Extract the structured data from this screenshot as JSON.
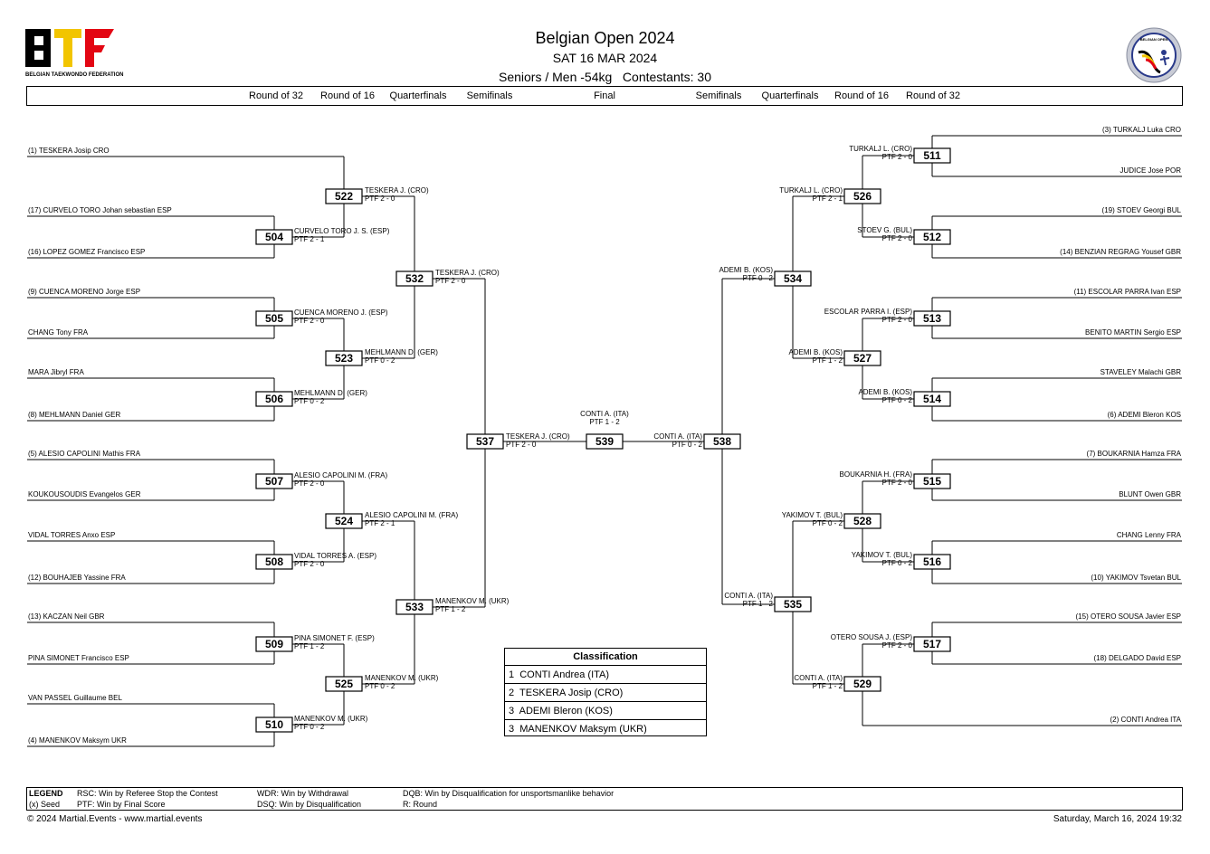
{
  "header": {
    "title": "Belgian Open 2024",
    "date": "SAT 16 MAR 2024",
    "category": "Seniors / Men -54kg   Contestants: 30"
  },
  "logos": {
    "left_text": "BTF",
    "left_caption": "BELGIAN TAEKWONDO FEDERATION",
    "right_caption": "BELGIAN OPEN"
  },
  "rounds_left": [
    "Round of 32",
    "Round of 16",
    "Quarterfinals",
    "Semifinals"
  ],
  "rounds_center": "Final",
  "rounds_right": [
    "Semifinals",
    "Quarterfinals",
    "Round of 16",
    "Round of 32"
  ],
  "bracket": {
    "left_entries": [
      "(1) TESKERA Josip CRO",
      "(17) CURVELO TORO Johan sebastian ESP",
      "(16) LOPEZ GOMEZ Francisco ESP",
      "(9) CUENCA MORENO Jorge ESP",
      "CHANG Tony FRA",
      "MARA Jibryl FRA",
      "(8) MEHLMANN Daniel GER",
      "(5) ALESIO CAPOLINI Mathis FRA",
      "KOUKOUSOUDIS Evangelos GER",
      "VIDAL TORRES Anxo ESP",
      "(12) BOUHAJEB Yassine FRA",
      "(13) KACZAN Neil GBR",
      "PINA SIMONET Francisco ESP",
      "VAN PASSEL Guillaume BEL",
      "(4) MANENKOV Maksym UKR"
    ],
    "right_entries": [
      "(3) TURKALJ Luka CRO",
      "JUDICE Jose POR",
      "(19) STOEV Georgi BUL",
      "(14) BENZIAN REGRAG Yousef GBR",
      "(11) ESCOLAR PARRA Ivan ESP",
      "BENITO MARTIN Sergio ESP",
      "STAVELEY Malachi GBR",
      "(6) ADEMI Bleron KOS",
      "(7) BOUKARNIA Hamza FRA",
      "BLUNT Owen GBR",
      "CHANG Lenny FRA",
      "(10) YAKIMOV Tsvetan BUL",
      "(15) OTERO SOUSA Javier ESP",
      "(18) DELGADO David ESP",
      "(2) CONTI Andrea ITA"
    ],
    "matches": [
      {
        "num": "504",
        "winner": "CURVELO TORO J. S. (ESP)",
        "score": "PTF 2 - 1"
      },
      {
        "num": "505",
        "winner": "CUENCA MORENO J. (ESP)",
        "score": "PTF 2 - 0"
      },
      {
        "num": "506",
        "winner": "MEHLMANN D. (GER)",
        "score": "PTF 0 - 2"
      },
      {
        "num": "507",
        "winner": "ALESIO CAPOLINI M. (FRA)",
        "score": "PTF 2 - 0"
      },
      {
        "num": "508",
        "winner": "VIDAL TORRES A. (ESP)",
        "score": "PTF 2 - 0"
      },
      {
        "num": "509",
        "winner": "PINA SIMONET F. (ESP)",
        "score": "PTF 1 - 2"
      },
      {
        "num": "510",
        "winner": "MANENKOV M. (UKR)",
        "score": "PTF 0 - 2"
      },
      {
        "num": "522",
        "winner": "TESKERA J. (CRO)",
        "score": "PTF 2 - 0"
      },
      {
        "num": "523",
        "winner": "MEHLMANN D. (GER)",
        "score": "PTF 0 - 2"
      },
      {
        "num": "524",
        "winner": "ALESIO CAPOLINI M. (FRA)",
        "score": "PTF 2 - 1"
      },
      {
        "num": "525",
        "winner": "MANENKOV M. (UKR)",
        "score": "PTF 0 - 2"
      },
      {
        "num": "532",
        "winner": "TESKERA J. (CRO)",
        "score": "PTF 2 - 0"
      },
      {
        "num": "533",
        "winner": "MANENKOV M. (UKR)",
        "score": "PTF 1 - 2"
      },
      {
        "num": "537",
        "winner": "TESKERA J. (CRO)",
        "score": "PTF 2 - 0"
      },
      {
        "num": "539",
        "winner": "CONTI A. (ITA)",
        "score": "PTF 1 - 2"
      },
      {
        "num": "538",
        "winner": "CONTI A. (ITA)",
        "score": "PTF 0 - 2"
      },
      {
        "num": "534",
        "winner": "ADEMI B. (KOS)",
        "score": "PTF 0 - 2"
      },
      {
        "num": "535",
        "winner": "CONTI A. (ITA)",
        "score": "PTF 1 - 2"
      },
      {
        "num": "526",
        "winner": "TURKALJ L. (CRO)",
        "score": "PTF 2 - 1"
      },
      {
        "num": "527",
        "winner": "ADEMI B. (KOS)",
        "score": "PTF 1 - 2"
      },
      {
        "num": "528",
        "winner": "YAKIMOV T. (BUL)",
        "score": "PTF 0 - 2"
      },
      {
        "num": "529",
        "winner": "CONTI A. (ITA)",
        "score": "PTF 1 - 2"
      },
      {
        "num": "511",
        "winner": "TURKALJ L. (CRO)",
        "score": "PTF 2 - 0"
      },
      {
        "num": "512",
        "winner": "STOEV G. (BUL)",
        "score": "PTF 2 - 0"
      },
      {
        "num": "513",
        "winner": "ESCOLAR PARRA I. (ESP)",
        "score": "PTF 2 - 0"
      },
      {
        "num": "514",
        "winner": "ADEMI B. (KOS)",
        "score": "PTF 0 - 2"
      },
      {
        "num": "515",
        "winner": "BOUKARNIA H. (FRA)",
        "score": "PTF 2 - 0"
      },
      {
        "num": "516",
        "winner": "YAKIMOV T. (BUL)",
        "score": "PTF 0 - 2"
      },
      {
        "num": "517",
        "winner": "OTERO SOUSA J. (ESP)",
        "score": "PTF 2 - 0"
      }
    ]
  },
  "classification": {
    "title": "Classification",
    "rows": [
      "1  CONTI Andrea (ITA)",
      "2  TESKERA Josip (CRO)",
      "3  ADEMI Bleron (KOS)",
      "3  MANENKOV Maksym (UKR)"
    ]
  },
  "legend": {
    "label": "LEGEND",
    "seed": "(x) Seed",
    "rsc": "RSC: Win by Referee Stop the Contest",
    "ptf": "PTF: Win by Final Score",
    "wdr": "WDR: Win by Withdrawal",
    "dsq": "DSQ: Win by Disqualification",
    "dqb": "DQB: Win by Disqualification for unsportsmanlike behavior",
    "r": "R: Round"
  },
  "footer": {
    "copyright": "© 2024 Martial.Events - www.martial.events",
    "timestamp": "Saturday, March 16, 2024 19:32"
  }
}
